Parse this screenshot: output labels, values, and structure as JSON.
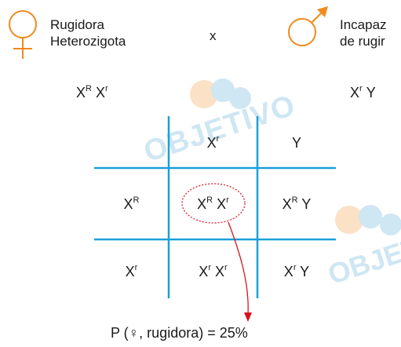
{
  "female": {
    "line1": "Rugidora",
    "line2": "Heterozigota",
    "genotype": [
      {
        "base": "X",
        "sup": "R"
      },
      {
        "base": "X",
        "sup": "r"
      }
    ]
  },
  "cross_symbol": "x",
  "male": {
    "line1": "Incapaz",
    "line2": "de rugir",
    "genotype": [
      {
        "base": "X",
        "sup": "r"
      },
      {
        "base": "Y",
        "sup": ""
      }
    ]
  },
  "watermark": "OBJETIVO",
  "punnett": {
    "top_headers": [
      {
        "base": "X",
        "sup": "r"
      },
      {
        "base": "Y",
        "sup": ""
      }
    ],
    "left_headers": [
      {
        "base": "X",
        "sup": "R"
      },
      {
        "base": "X",
        "sup": "r"
      }
    ],
    "cells": [
      [
        [
          {
            "base": "X",
            "sup": "R"
          },
          {
            "base": "X",
            "sup": "r"
          }
        ],
        [
          {
            "base": "X",
            "sup": "R"
          },
          {
            "base": "Y",
            "sup": ""
          }
        ]
      ],
      [
        [
          {
            "base": "X",
            "sup": "r"
          },
          {
            "base": "X",
            "sup": "r"
          }
        ],
        [
          {
            "base": "X",
            "sup": "r"
          },
          {
            "base": "Y",
            "sup": ""
          }
        ]
      ]
    ]
  },
  "result": "P (♀, rugidora) = 25%",
  "colors": {
    "symbol_orange": "#f08a1c",
    "grid_blue": "#1ba0d8",
    "highlight_red": "#d9141c",
    "watermark_blue": "#cfe6f3",
    "watermark_orange": "#fbe1c6"
  }
}
